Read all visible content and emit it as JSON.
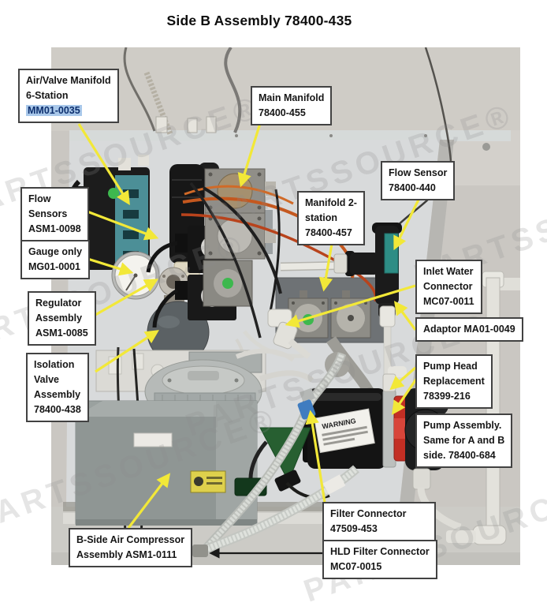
{
  "title": "Side B Assembly 78400-435",
  "watermark": {
    "text": "PARTSSOURCE®"
  },
  "photo": {
    "pump_warning_label": "WARNING"
  },
  "colors": {
    "arrow_yellow": "#f2e838",
    "arrow_black": "#1a1a1a",
    "highlight_blue": "#a9c8ea",
    "board_gray": "#d8dadb",
    "teal_manifold": "#4c8f97",
    "green_indicator": "#3db84e",
    "pump_red": "#c32f24"
  },
  "labels": {
    "air_valve": {
      "line1": "Air/Valve Manifold",
      "line2": "6-Station",
      "line3": "MM01-0035"
    },
    "main_manifold": {
      "line1": "Main Manifold",
      "line2": "78400-455"
    },
    "flow_sensor": {
      "line1": "Flow Sensor",
      "line2": "78400-440"
    },
    "flow_sensors": {
      "line1": "Flow",
      "line2": "Sensors",
      "line3": "ASM1-0098"
    },
    "gauge": {
      "line1": "Gauge only",
      "line2": "MG01-0001"
    },
    "manifold_2station": {
      "line1": "Manifold 2-",
      "line2": "station",
      "line3": "78400-457"
    },
    "regulator": {
      "line1": "Regulator",
      "line2": "Assembly",
      "line3": "ASM1-0085"
    },
    "isolation_valve": {
      "line1": "Isolation",
      "line2": "Valve",
      "line3": "Assembly",
      "line4": "78400-438"
    },
    "inlet_water": {
      "line1": "Inlet Water",
      "line2": "Connector",
      "line3": "MC07-0011"
    },
    "adaptor": {
      "line1": "Adaptor MA01-0049"
    },
    "pump_head": {
      "line1": "Pump Head",
      "line2": "Replacement",
      "line3": "78399-216"
    },
    "pump_assembly": {
      "line1": "Pump Assembly.",
      "line2": "Same for A and B",
      "line3": "side. 78400-684"
    },
    "compressor": {
      "line1": "B-Side Air Compressor",
      "line2": "Assembly ASM1-0111"
    },
    "filter_connector": {
      "line1": "Filter Connector",
      "line2": "47509-453"
    },
    "hld_filter": {
      "line1": "HLD Filter Connector",
      "line2": "MC07-0015"
    }
  }
}
